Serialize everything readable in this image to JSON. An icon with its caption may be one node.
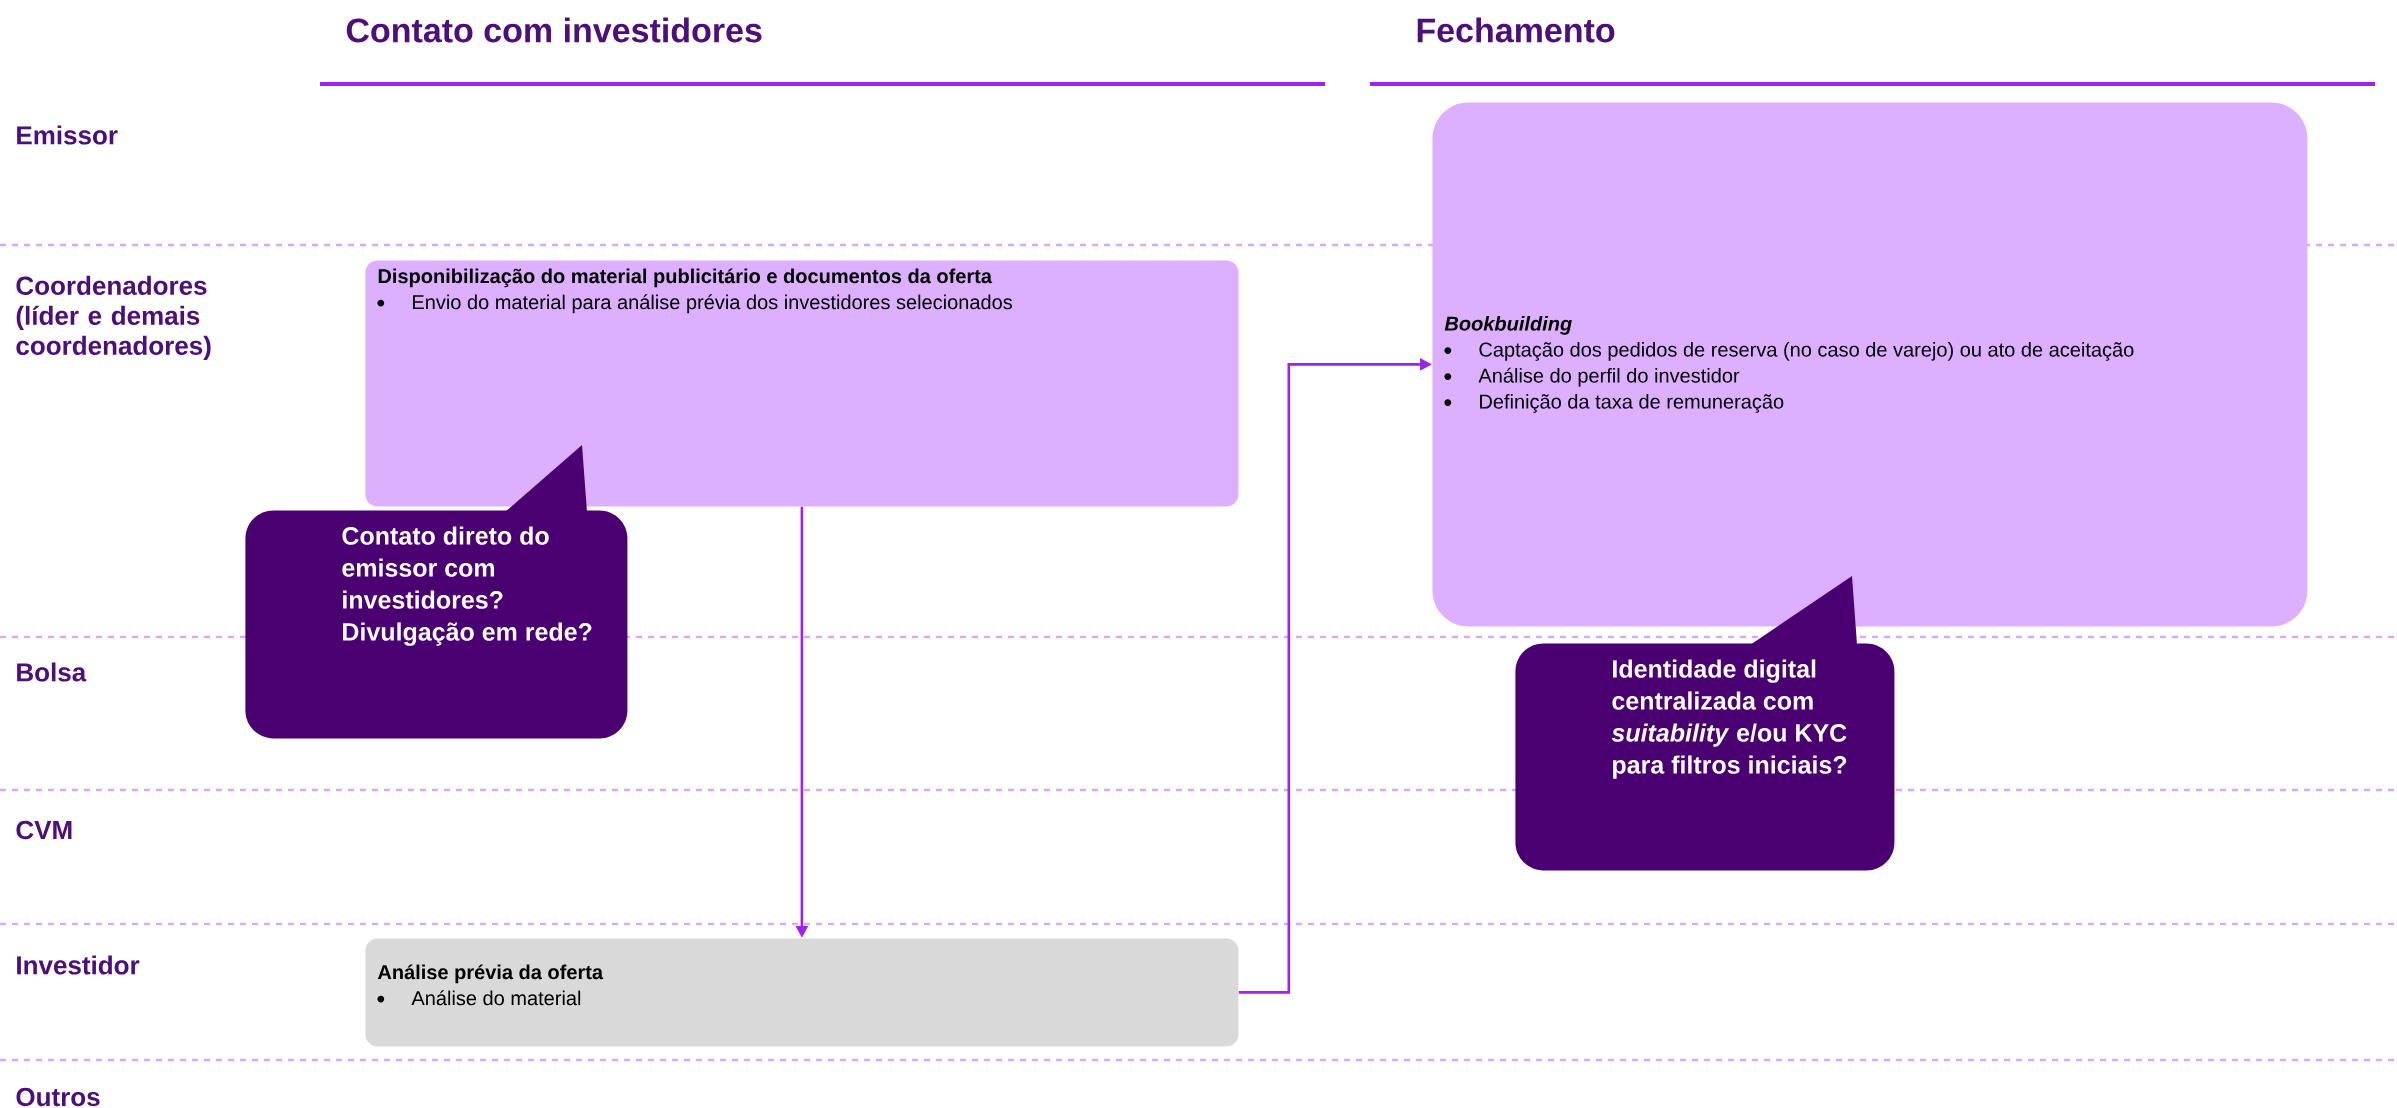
{
  "diagram": {
    "nodes": [
      {
        "text": [
          "Disponibilização do material publicitário e documentos da oferta",
          "Envio do material para análise prévia dos investidores selecionados"
        ]
      },
      {
        "text": [
          "Contato direto do emissor com investidores? Divulgação em rede?"
        ]
      },
      {
        "text": [
          "Bookbuilding",
          "Captação dos pedidos de reserva (no caso de varejo) ou ato de aceitação",
          "Análise do perfil do investidor",
          "Definição da taxa de remuneração"
        ]
      },
      {
        "text": [
          "Identidade digital centralizada com *suitability* e/ou KYC para filtros iniciais?"
        ]
      },
      {
        "text": [
          "Análise prévia da oferta",
          "Análise do material"
        ]
      }
    ],
    "edges": [
      {
        "from": 0,
        "to": 4,
        "arrow": "to"
      },
      {
        "from": 4,
        "to": 2,
        "arrow": "to"
      }
    ],
    "labels": [
      "Contato com investidores",
      "Fechamento",
      "Emissor",
      "Coordenadores (líder e demais coordenadores)",
      "Bolsa",
      "CVM",
      "Investidor",
      "Outros"
    ]
  }
}
